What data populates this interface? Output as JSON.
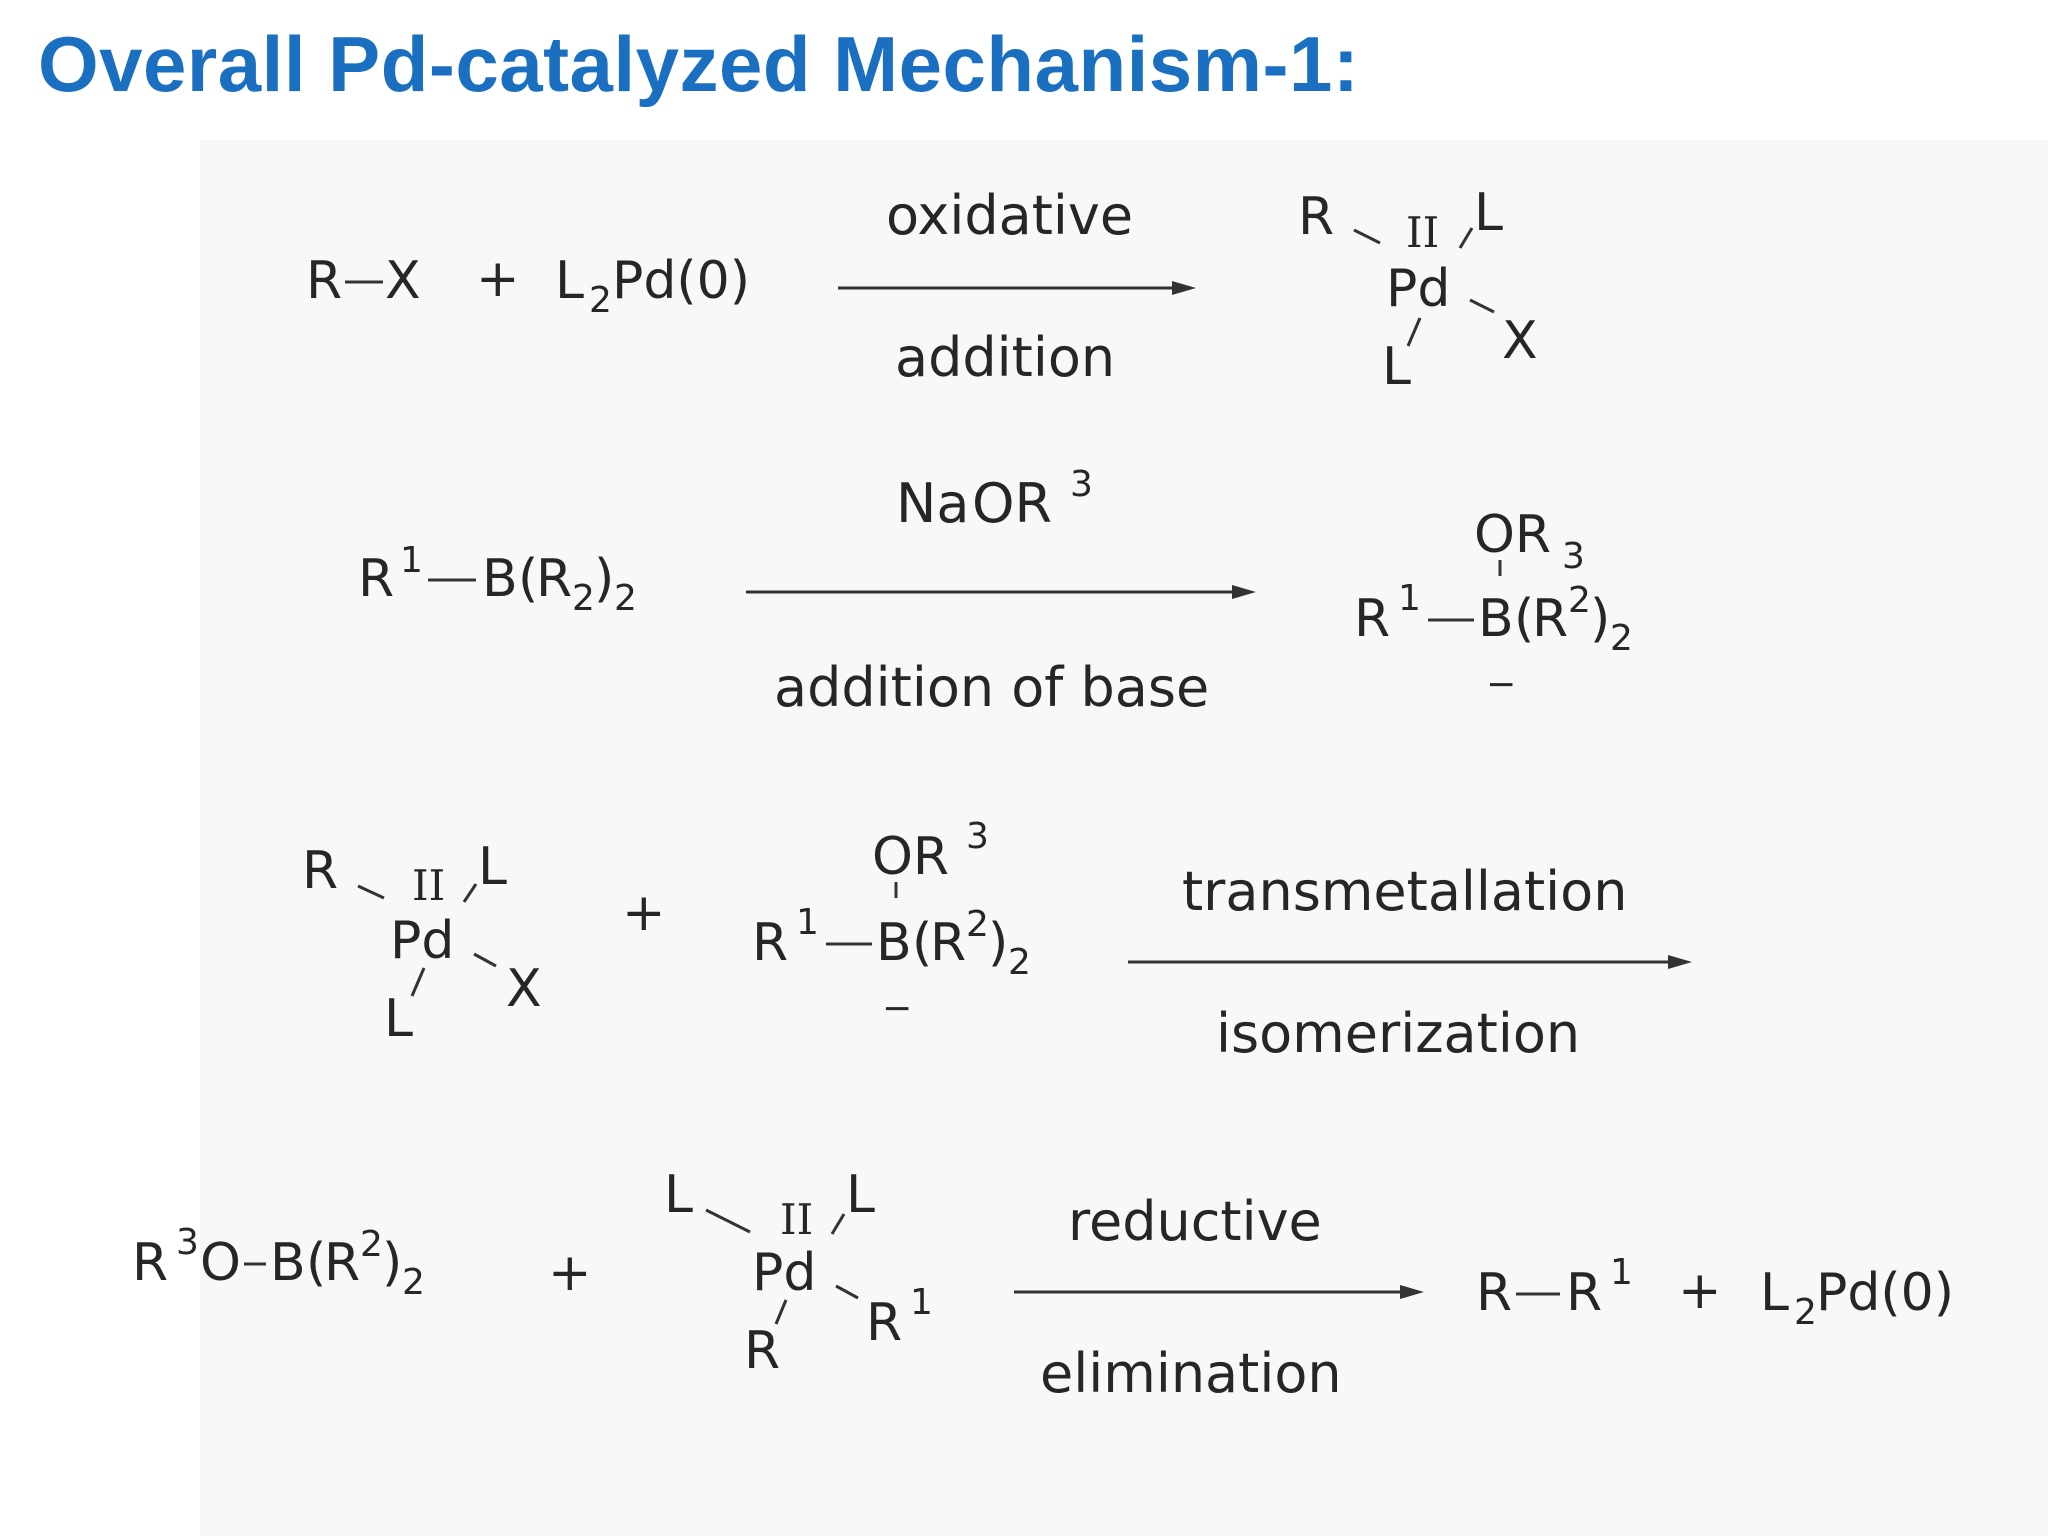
{
  "slide": {
    "title": "Overall Pd-catalyzed Mechanism-1:"
  },
  "colors": {
    "title": "#1a6fc0",
    "ink": "#262626",
    "panel": "#f8f8f9"
  },
  "steps": [
    {
      "reactants": "R–X + L2Pd(0)",
      "arrow_top": "oxidative",
      "arrow_bottom": "addition",
      "product": "R-Pd(II)(L)2-X"
    },
    {
      "reactants": "R1–B(R2)2",
      "arrow_top": "NaOR3",
      "arrow_bottom": "addition of base",
      "product": "[R1–B(OR3)(R2)2]−"
    },
    {
      "reactants": "R-Pd(II)(L)2-X + [R1–B(OR3)(R2)2]−",
      "arrow_top": "transmetallation",
      "arrow_bottom": "isomerization",
      "product": ""
    },
    {
      "reactants": "R3O–B(R2)2 + L2Pd(II)(R)(R1)",
      "arrow_top": "reductive",
      "arrow_bottom": "elimination",
      "product": "R–R1 + L2Pd(0)"
    }
  ],
  "glyphs": {
    "R": "R",
    "X": "X",
    "L": "L",
    "Pd": "Pd",
    "B": "B",
    "O": "O",
    "OR": "OR",
    "Na": "Na",
    "plus": "+",
    "minus": "−",
    "ox2": "II",
    "one": "1",
    "two": "2",
    "three": "3",
    "Pd0": "Pd(0)",
    "open": "(",
    "close": ")",
    "dash": "−"
  }
}
